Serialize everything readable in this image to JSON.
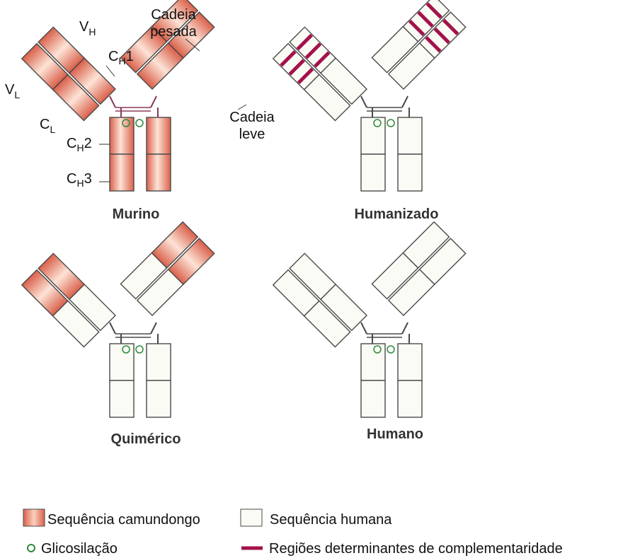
{
  "labels": {
    "vh": "V",
    "vh_sub": "H",
    "ch1": "C",
    "ch1_sub": "H",
    "ch1_num": "1",
    "vl": "V",
    "vl_sub": "L",
    "cl": "C",
    "cl_sub": "L",
    "ch2": "C",
    "ch2_sub": "H",
    "ch2_num": "2",
    "ch3": "C",
    "ch3_sub": "H",
    "ch3_num": "3",
    "heavy_chain_line1": "Cadeia",
    "heavy_chain_line2": "pesada",
    "light_chain_line1": "Cadeia",
    "light_chain_line2": "leve"
  },
  "antibodies": [
    {
      "key": "murino",
      "title": "Murino"
    },
    {
      "key": "humanizado",
      "title": "Humanizado"
    },
    {
      "key": "quimerico",
      "title": "Quimérico"
    },
    {
      "key": "humano",
      "title": "Humano"
    }
  ],
  "legend": {
    "mouse": "Sequência camundongo",
    "human": "Sequência humana",
    "glyco": "Glicosilação",
    "cdr": "Regiões determinantes de complementaridade"
  },
  "colors": {
    "mouse_light": "#fde3d6",
    "mouse_mid": "#f0a081",
    "mouse_dark": "#d9604a",
    "human_fill": "#fbfbf6",
    "outline": "#4a4a4a",
    "cdr": "#a3124a",
    "glyco": "#2e8b3a"
  }
}
